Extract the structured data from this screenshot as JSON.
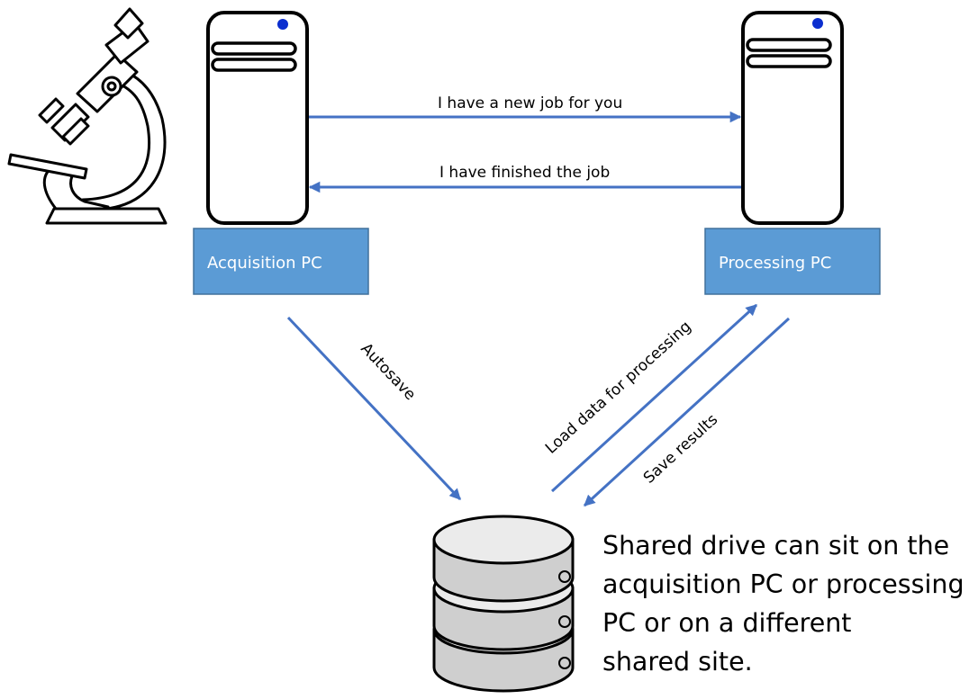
{
  "nodes": {
    "acquisition": {
      "label": "Acquisition PC"
    },
    "processing": {
      "label": "Processing PC"
    }
  },
  "arrows": {
    "new_job": "I have a new job for you",
    "finished": "I have finished the job",
    "autosave": "Autosave",
    "load": "Load data for processing",
    "save": "Save results"
  },
  "note": {
    "lines": [
      "Shared drive can sit on the",
      "acquisition PC or processing",
      "PC or on a different",
      "shared site."
    ]
  },
  "colors": {
    "box_fill": "#5b9bd5",
    "box_border": "#41719c",
    "arrow": "#4472c4",
    "tower_light": "#0b2ecf",
    "disk_top": "#ebebeb",
    "disk_side": "#cfcfcf"
  },
  "icons": {
    "microscope": "microscope-icon",
    "tower": "computer-tower-icon",
    "drive": "database-icon"
  }
}
